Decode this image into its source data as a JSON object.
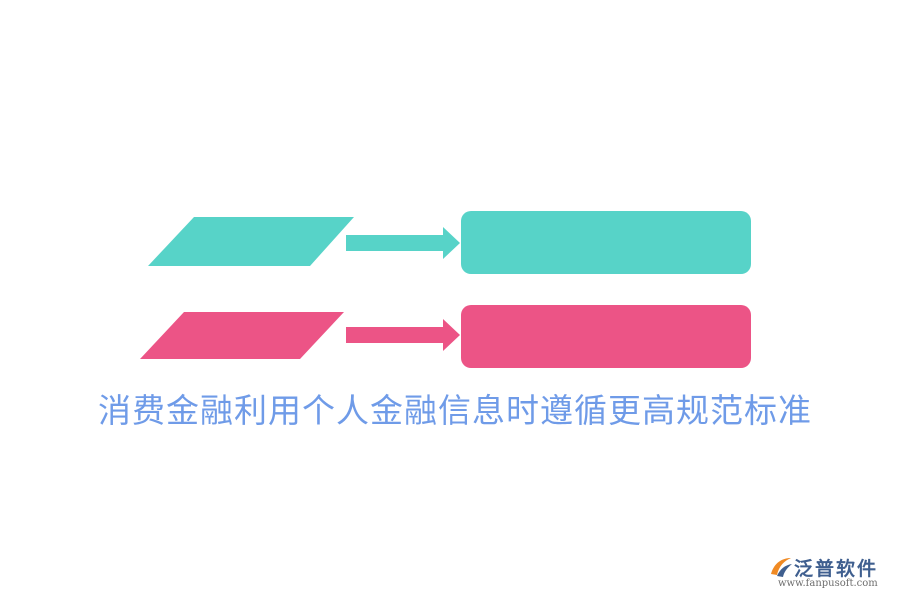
{
  "rows": [
    {
      "color": "#57d3c8"
    },
    {
      "color": "#ec5486"
    }
  ],
  "caption": "消费金融利用个人金融信息时遵循更高规范标准",
  "caption_color": "#6f9be8",
  "logo": {
    "name": "泛普软件",
    "url": "www.fanpusoft.com",
    "mark_colors": [
      "#f08a24",
      "#3f5f8f"
    ]
  }
}
